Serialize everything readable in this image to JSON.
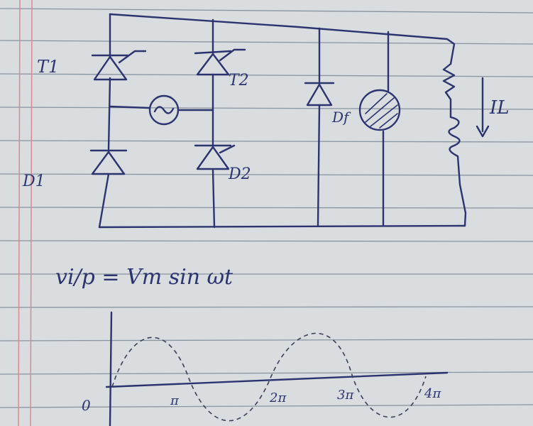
{
  "labels": {
    "t1": "T1",
    "t2": "T2",
    "d1": "D1",
    "d2": "D2",
    "df": "Df",
    "il": "IL"
  },
  "equation": "vi/p = Vm sin ωt",
  "graph": {
    "origin": "0",
    "ticks": [
      "π",
      "2π",
      "3π",
      "4π"
    ]
  },
  "colors": {
    "paper": "#d9dde0",
    "ink": "#2c3470",
    "rule": "#7f8a96",
    "margin": "#d88a90"
  }
}
